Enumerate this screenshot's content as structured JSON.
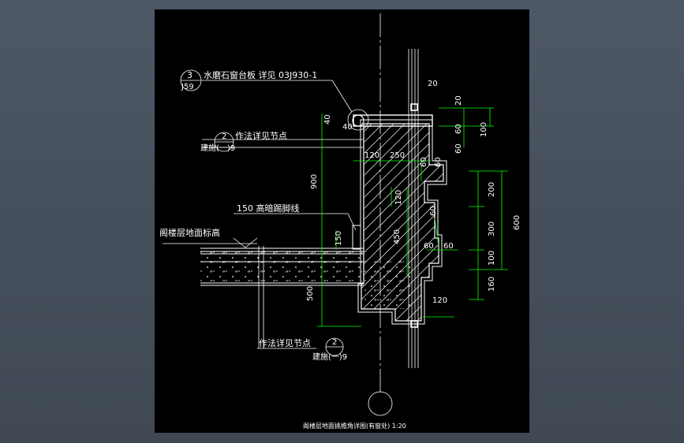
{
  "colors": {
    "background": "#000000",
    "outer": "#4a5562",
    "line": "#ffffff",
    "dimension": "#00ff00"
  },
  "labels": {
    "sill_note_top": "3",
    "sill_note_bottom": "J59",
    "sill_note": "水磨石窗台板 详见 03J930-1",
    "detail_top_num": "2",
    "detail_top_text": "作法详见节点",
    "detail_top_ref": "建施(一)9",
    "skirting": "150 高暗踢脚线",
    "floor_level": "阁楼层地面标高",
    "detail_bottom_text": "作法详见节点",
    "detail_bottom_num": "2",
    "detail_bottom_ref": "建施(一)9",
    "drawing_title": "阁楼层地面挑檐角详图(有窗处) 1:20"
  },
  "dimensions": {
    "d40a": "40",
    "d40b": "40",
    "d900": "900",
    "d120a": "120",
    "d250": "250",
    "d60a": "60",
    "d60b": "60",
    "d20a": "20",
    "d20b": "20",
    "d60c": "60",
    "d100a": "100",
    "d60d": "60",
    "d120b": "120",
    "d150": "150",
    "d450": "450",
    "d60e": "60",
    "d60f": "60",
    "d60g": "60",
    "d500": "500",
    "d120c": "120",
    "d200": "200",
    "d300": "300",
    "d100b": "100",
    "d160": "160",
    "d600": "600"
  }
}
